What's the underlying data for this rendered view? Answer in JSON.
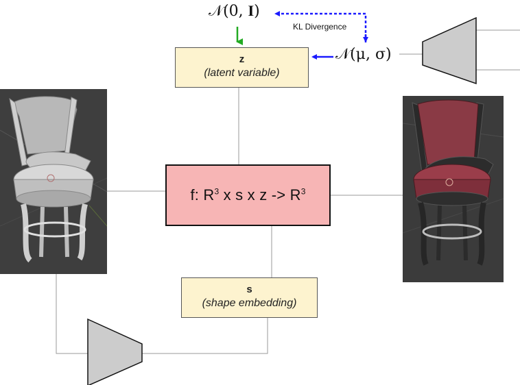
{
  "prior": {
    "label": "𝒩(0, 𝐈)"
  },
  "posterior": {
    "label": "𝒩(μ, σ)"
  },
  "kl": {
    "label": "KL Divergence"
  },
  "latent": {
    "symbol": "z",
    "description": "(latent variable)"
  },
  "shape": {
    "symbol": "s",
    "description": "(shape embedding)"
  },
  "func": {
    "prefix": "f: R",
    "exp1": "3",
    "middle": " x s x z -> R",
    "exp2": "3"
  },
  "colors": {
    "box_fill": "#fdf3cf",
    "function_fill": "#f7b5b5",
    "encoder_fill": "#cccccc",
    "kl_arrow": "#1a1aff",
    "prior_arrow": "#22aa22",
    "connector": "#999999"
  },
  "images": {
    "input_render": "grey-chair-render",
    "output_render": "textured-red-chair-render"
  }
}
